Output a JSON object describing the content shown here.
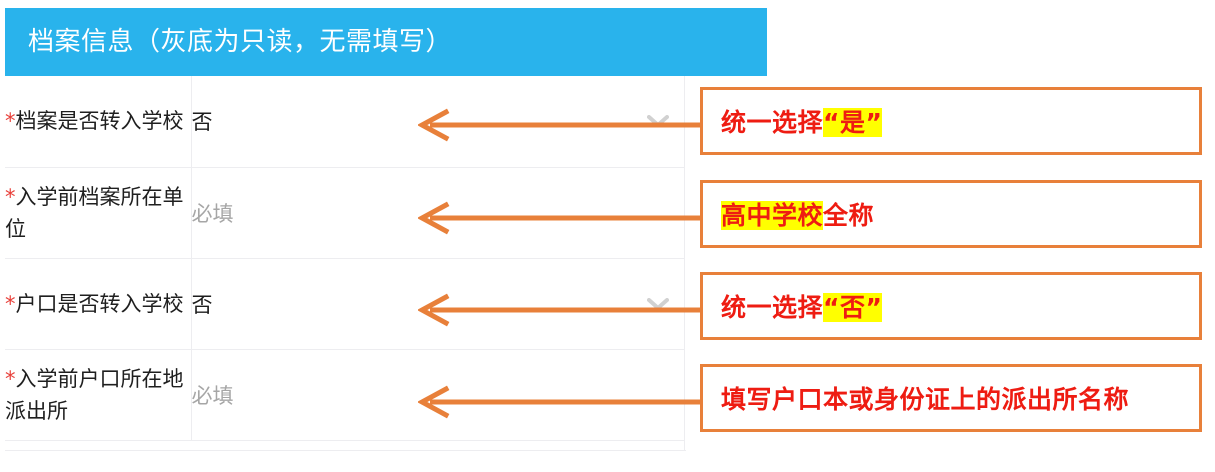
{
  "section": {
    "title": "档案信息（灰底为只读，无需填写）",
    "header_color": "#29b3ec",
    "header_text_color": "#ffffff"
  },
  "form": {
    "required_marker": "*",
    "rows": [
      {
        "label": "档案是否转入学校",
        "value": "否",
        "value_kind": "select",
        "has_dropdown": true,
        "dropdown_icon": "chevron-down-icon"
      },
      {
        "label": "入学前档案所在单位",
        "value": "必填",
        "value_kind": "placeholder",
        "has_dropdown": false,
        "dropdown_icon": ""
      },
      {
        "label": "户口是否转入学校",
        "value": "否",
        "value_kind": "select",
        "has_dropdown": true,
        "dropdown_icon": "chevron-down-icon"
      },
      {
        "label": "入学前户口所在地派出所",
        "value": "必填",
        "value_kind": "placeholder",
        "has_dropdown": false,
        "dropdown_icon": ""
      }
    ]
  },
  "annotations": {
    "box_border_color": "#e8803a",
    "text_color": "#ee1c12",
    "highlight_color": "#ffff00",
    "arrow_color": "#e8803a",
    "arrow_icon": "left-arrow-icon",
    "items": [
      {
        "prefix": "统一选择",
        "highlight": "“是”",
        "suffix": ""
      },
      {
        "prefix": "",
        "highlight": "高中学校",
        "suffix": "全称"
      },
      {
        "prefix": "统一选择",
        "highlight": "“否”",
        "suffix": ""
      },
      {
        "prefix": "填写户口本或身份证上的派出所名称",
        "highlight": "",
        "suffix": ""
      }
    ]
  }
}
